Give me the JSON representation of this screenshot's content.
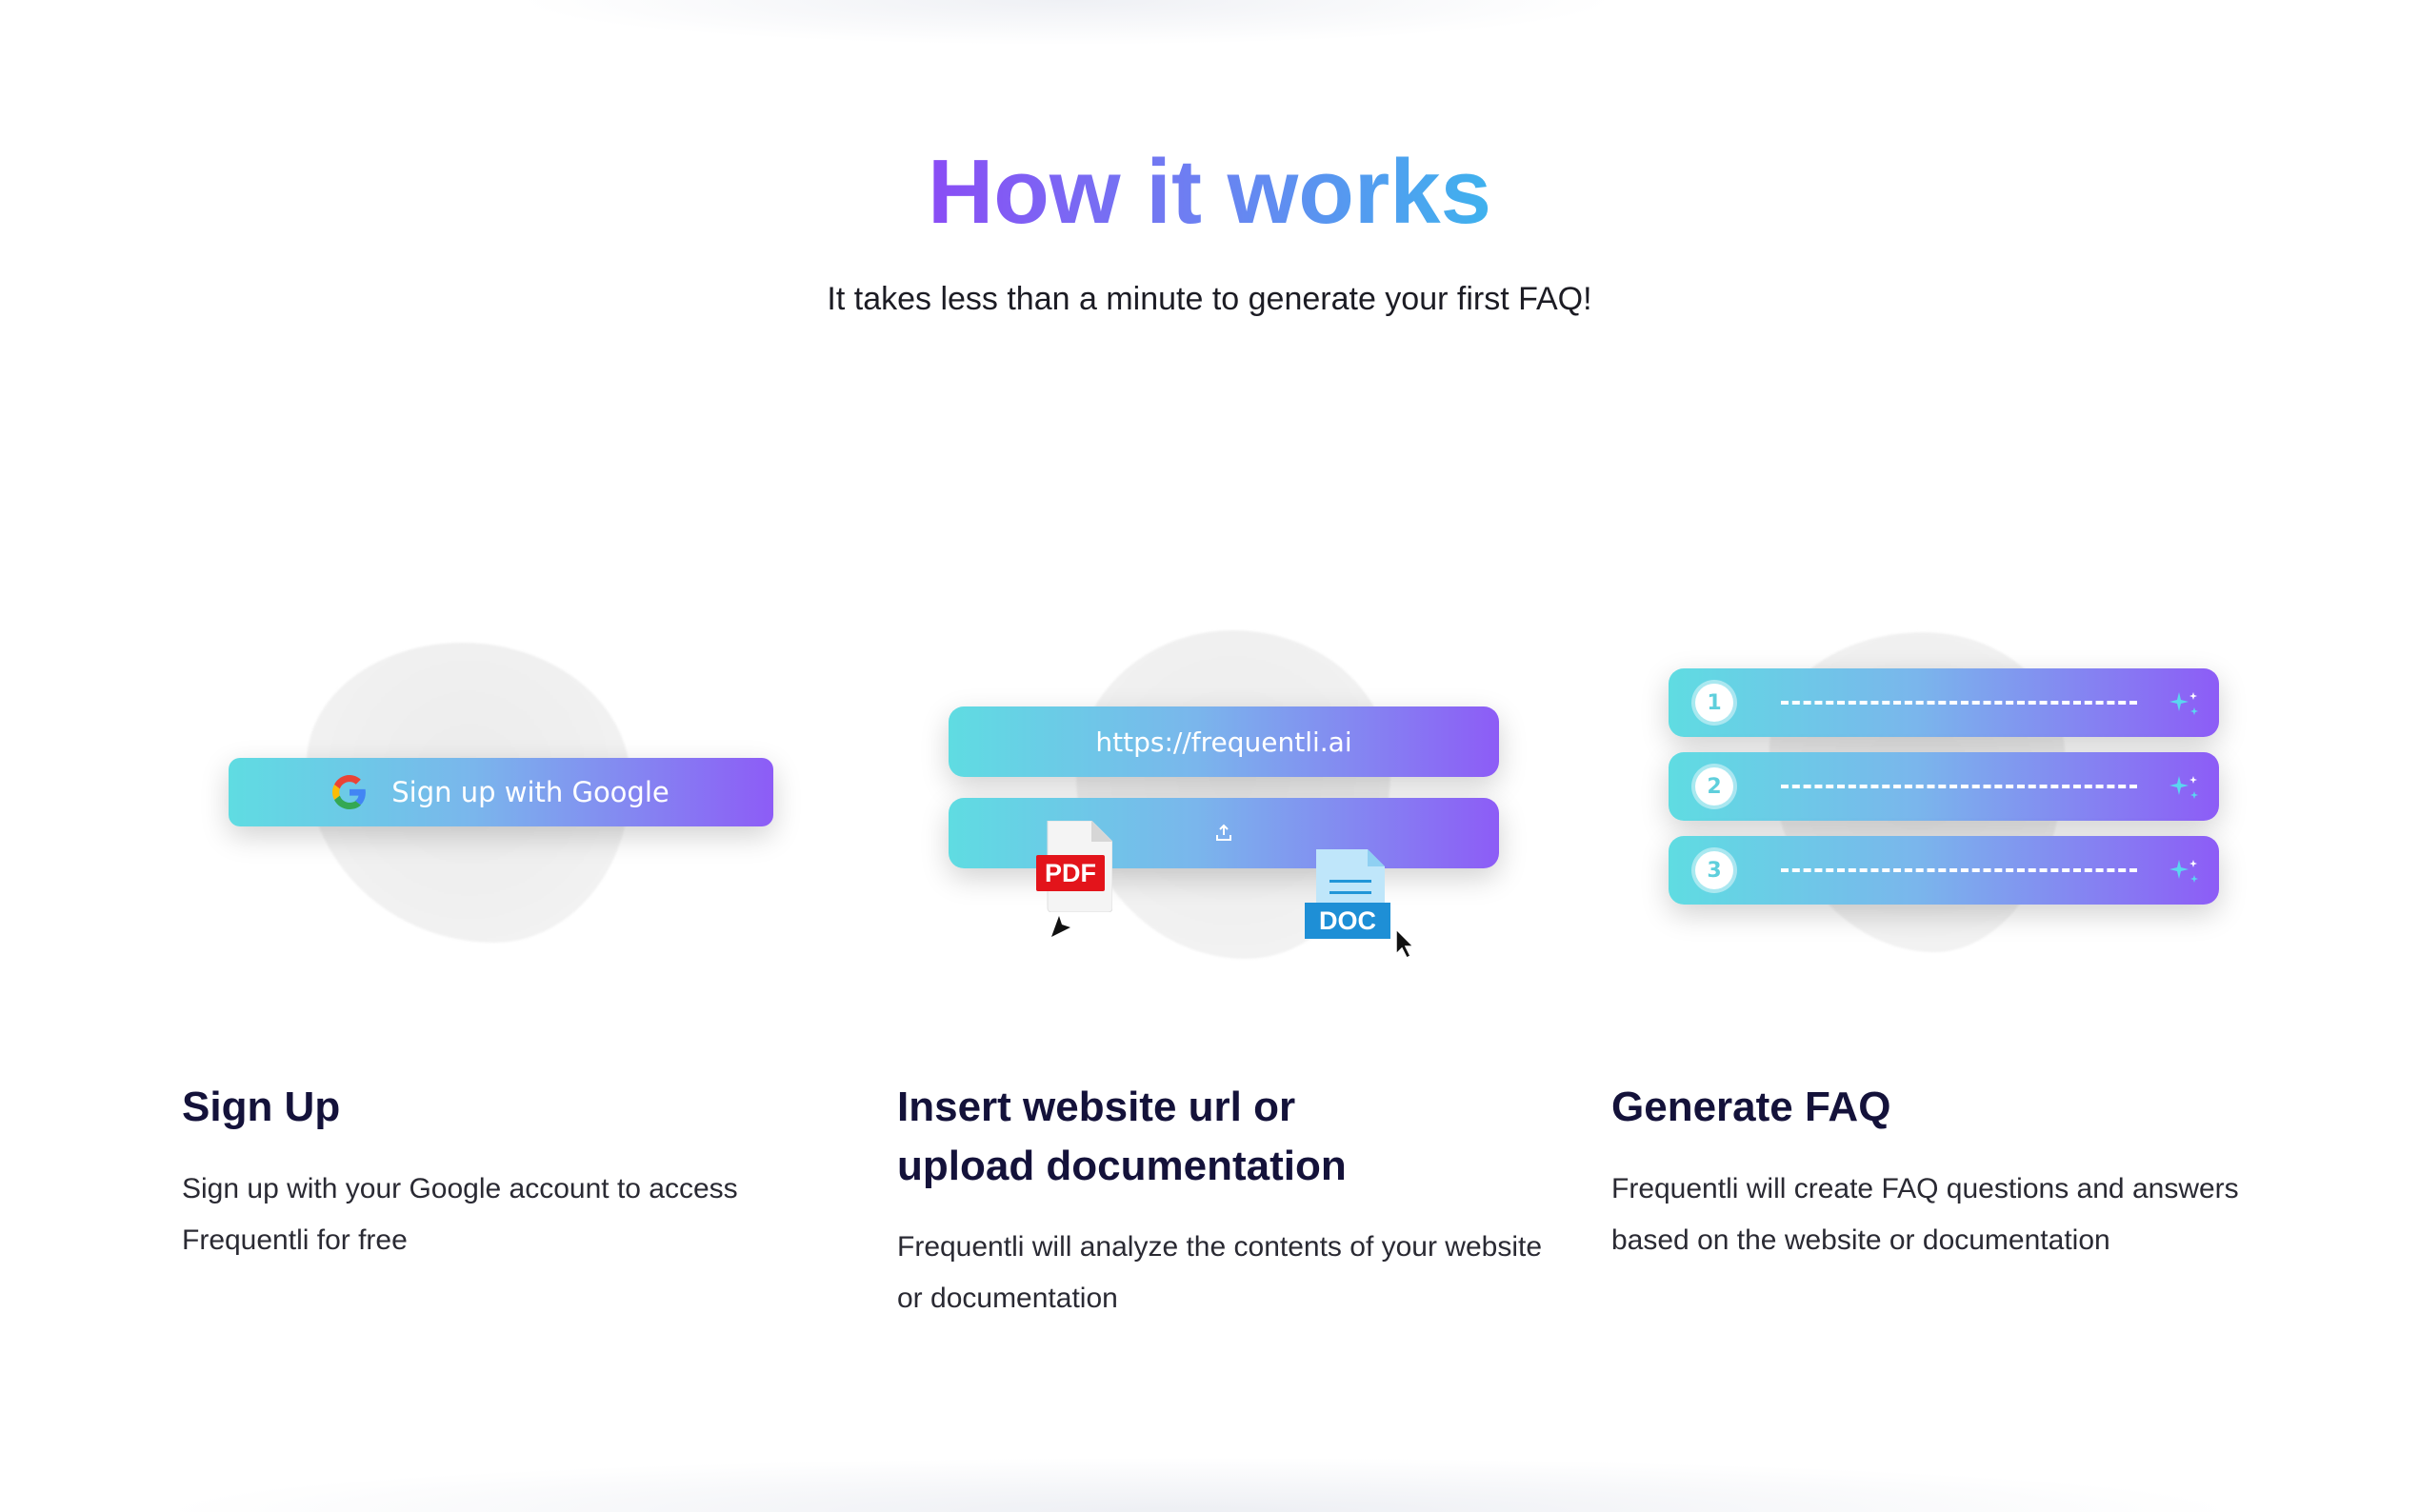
{
  "hero": {
    "title": "How it works",
    "subtitle": "It takes less than a minute to generate your first FAQ!"
  },
  "steps": [
    {
      "illustration": {
        "button_label": "Sign up with Google",
        "icon": "google-logo-icon"
      },
      "title": "Sign Up",
      "body": [
        "Sign up with your Google account to access",
        "Frequentli for free"
      ]
    },
    {
      "illustration": {
        "url_text": "https://frequentli.ai",
        "upload_icon": "upload-icon",
        "pdf_label": "PDF",
        "doc_label": "DOC"
      },
      "title": [
        "Insert website url or",
        "upload documentation"
      ],
      "body": [
        "Frequentli will analyze the contents of your website",
        "or documentation"
      ]
    },
    {
      "illustration": {
        "items": [
          {
            "number": "1"
          },
          {
            "number": "2"
          },
          {
            "number": "3"
          }
        ],
        "sparkle_icon": "sparkle-icon"
      },
      "title": "Generate FAQ",
      "body": [
        "Frequentli will create FAQ questions and answers",
        "based on the website or documentation"
      ]
    }
  ],
  "colors": {
    "gradient_start": "#5fdce2",
    "gradient_end": "#8d5cf6",
    "heading_dark": "#14123a",
    "title_purple": "#8a4cf5",
    "title_blue": "#3fb2ee"
  }
}
